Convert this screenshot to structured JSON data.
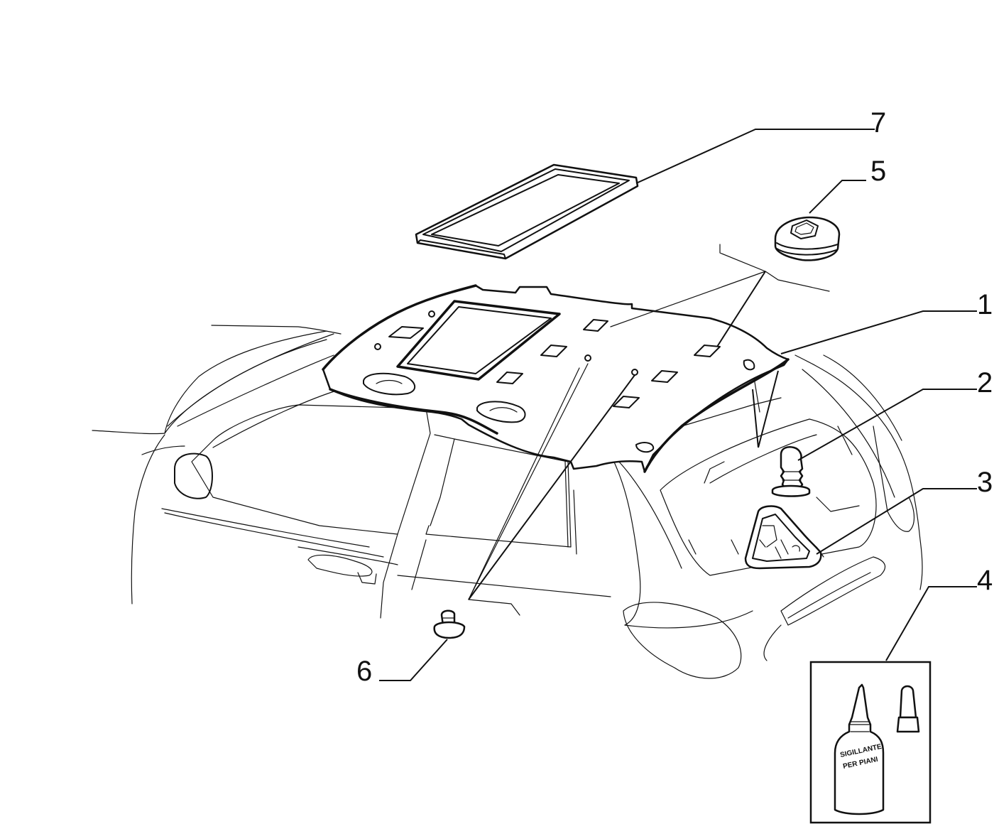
{
  "callouts": [
    {
      "number": "1",
      "part": "headliner"
    },
    {
      "number": "2",
      "part": "fastener-screw"
    },
    {
      "number": "3",
      "part": "clip-bracket"
    },
    {
      "number": "4",
      "part": "sealant-kit"
    },
    {
      "number": "5",
      "part": "plug-cap"
    },
    {
      "number": "6",
      "part": "push-pin"
    },
    {
      "number": "7",
      "part": "sunroof-seal-frame"
    }
  ],
  "sealant_label": {
    "line1": "SIGILLANTE",
    "line2": "PER PIANI"
  }
}
